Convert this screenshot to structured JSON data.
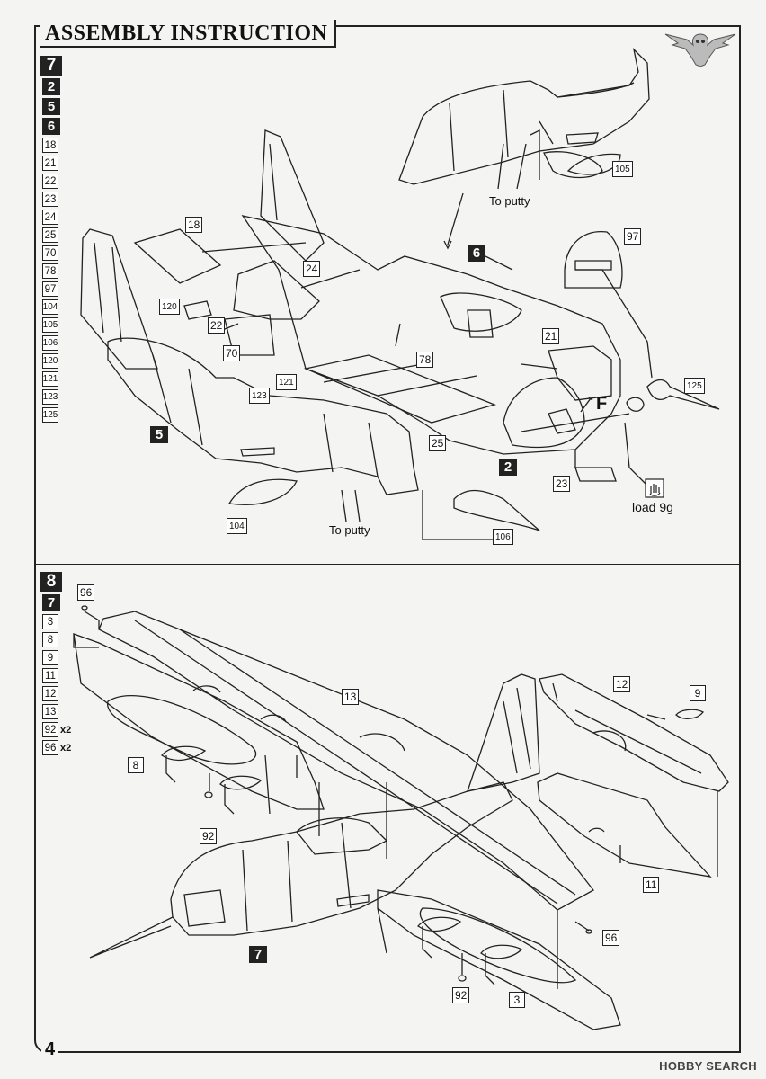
{
  "header": {
    "title": "ASSEMBLY INSTRUCTION",
    "page_number": "4"
  },
  "watermark": "HOBBY SEARCH",
  "step7": {
    "step_number": "7",
    "prereq_steps": [
      "2",
      "5",
      "6"
    ],
    "parts": [
      "18",
      "21",
      "22",
      "23",
      "24",
      "25",
      "70",
      "78",
      "97",
      "104",
      "105",
      "106",
      "120",
      "121",
      "123",
      "125"
    ],
    "callouts": {
      "p18": "18",
      "p24": "24",
      "p22": "22",
      "p120": "120",
      "p70": "70",
      "p121": "121",
      "p123": "123",
      "p78": "78",
      "p21": "21",
      "p97": "97",
      "p105": "105",
      "p125": "125",
      "p25": "25",
      "p23": "23",
      "p104": "104",
      "p106": "106"
    },
    "subassemblies": {
      "s6": "6",
      "s5": "5",
      "s2": "2"
    },
    "notes": {
      "putty_top": "To putty",
      "putty_bottom": "To putty",
      "load": "load 9g",
      "f_marker": "F"
    }
  },
  "step8": {
    "step_number": "8",
    "prereq_steps": [
      "7"
    ],
    "parts": [
      {
        "num": "3",
        "qty": ""
      },
      {
        "num": "8",
        "qty": ""
      },
      {
        "num": "9",
        "qty": ""
      },
      {
        "num": "11",
        "qty": ""
      },
      {
        "num": "12",
        "qty": ""
      },
      {
        "num": "13",
        "qty": ""
      },
      {
        "num": "92",
        "qty": "x2"
      },
      {
        "num": "96",
        "qty": "x2"
      }
    ],
    "callouts": {
      "p96a": "96",
      "p13": "13",
      "p12": "12",
      "p9": "9",
      "p8": "8",
      "p92a": "92",
      "p11": "11",
      "p96b": "96",
      "p92b": "92",
      "p3": "3"
    },
    "subassemblies": {
      "s7": "7"
    }
  }
}
